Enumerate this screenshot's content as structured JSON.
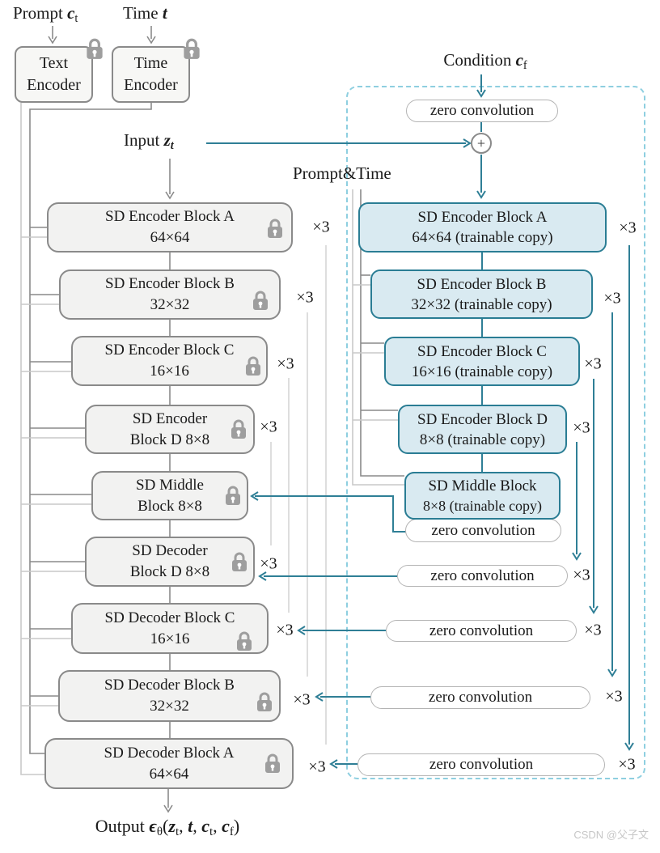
{
  "labels": {
    "prompt": [
      {
        "text": "Prompt ",
        "style": "n"
      },
      {
        "text": "c",
        "style": "bi"
      },
      {
        "text": "t",
        "style": "sub"
      }
    ],
    "time": [
      {
        "text": "Time ",
        "style": "n"
      },
      {
        "text": "t",
        "style": "bi"
      }
    ],
    "condition": [
      {
        "text": "Condition ",
        "style": "n"
      },
      {
        "text": "c",
        "style": "bi"
      },
      {
        "text": "f",
        "style": "sub"
      }
    ],
    "input": [
      {
        "text": "Input ",
        "style": "n"
      },
      {
        "text": "z",
        "style": "bi"
      },
      {
        "text": "t",
        "style": "subbi"
      }
    ],
    "prompt_time": "Prompt&Time",
    "output": [
      {
        "text": "Output ",
        "style": "n"
      },
      {
        "text": "ϵ",
        "style": "bi"
      },
      {
        "text": "θ",
        "style": "sub"
      },
      {
        "text": "(",
        "style": "n"
      },
      {
        "text": "z",
        "style": "bi"
      },
      {
        "text": "t",
        "style": "sub"
      },
      {
        "text": ", ",
        "style": "n"
      },
      {
        "text": "t",
        "style": "bi"
      },
      {
        "text": ", ",
        "style": "n"
      },
      {
        "text": "c",
        "style": "bi"
      },
      {
        "text": "t",
        "style": "sub"
      },
      {
        "text": ", ",
        "style": "n"
      },
      {
        "text": "c",
        "style": "bi"
      },
      {
        "text": "f",
        "style": "sub"
      },
      {
        "text": ")",
        "style": "n"
      }
    ],
    "times": "×3",
    "zero_convolution": "zero convolution",
    "plus": "+",
    "watermark": "CSDN @父子文"
  },
  "encoders": {
    "text": {
      "line1": "Text",
      "line2": "Encoder"
    },
    "time": {
      "line1": "Time",
      "line2": "Encoder"
    }
  },
  "left_column": {
    "blocks": [
      {
        "line1": "SD Encoder Block A",
        "line2": "64×64"
      },
      {
        "line1": "SD Encoder Block B",
        "line2": "32×32"
      },
      {
        "line1": "SD Encoder Block C",
        "line2": "16×16"
      },
      {
        "line1": "SD Encoder",
        "line2": "Block D 8×8"
      },
      {
        "line1": "SD Middle",
        "line2": "Block 8×8"
      },
      {
        "line1": "SD Decoder",
        "line2": "Block D 8×8"
      },
      {
        "line1": "SD Decoder Block C",
        "line2": "16×16"
      },
      {
        "line1": "SD Decoder Block B",
        "line2": "32×32"
      },
      {
        "line1": "SD Decoder Block A",
        "line2": "64×64"
      }
    ]
  },
  "right_column": {
    "blocks": [
      {
        "line1": "SD Encoder Block A",
        "line2": "64×64 (trainable copy)"
      },
      {
        "line1": "SD Encoder Block B",
        "line2": "32×32 (trainable copy)"
      },
      {
        "line1": "SD Encoder Block C",
        "line2": "16×16 (trainable copy)"
      },
      {
        "line1": "SD Encoder Block D",
        "line2": "8×8 (trainable copy)"
      },
      {
        "line1": "SD Middle Block",
        "line2": "8×8 (trainable copy)"
      }
    ]
  },
  "icons": {
    "lock": "padlock-locked",
    "plus": "sum-junction"
  },
  "colors": {
    "teal_wire": "#2f7f96",
    "blue_block_fill": "#d9eaf1",
    "blue_block_border": "#2a7d94",
    "gray_block_fill": "#f2f2f1",
    "gray_block_border": "#8a8a8a",
    "dashed_border": "#8ecfe0",
    "dark_bus": "#8a8a8a",
    "light_bus": "#c9c9c9",
    "lock_gray": "#9e9e9e",
    "text": "#1a1a1a",
    "watermark": "#c6c6c6"
  }
}
